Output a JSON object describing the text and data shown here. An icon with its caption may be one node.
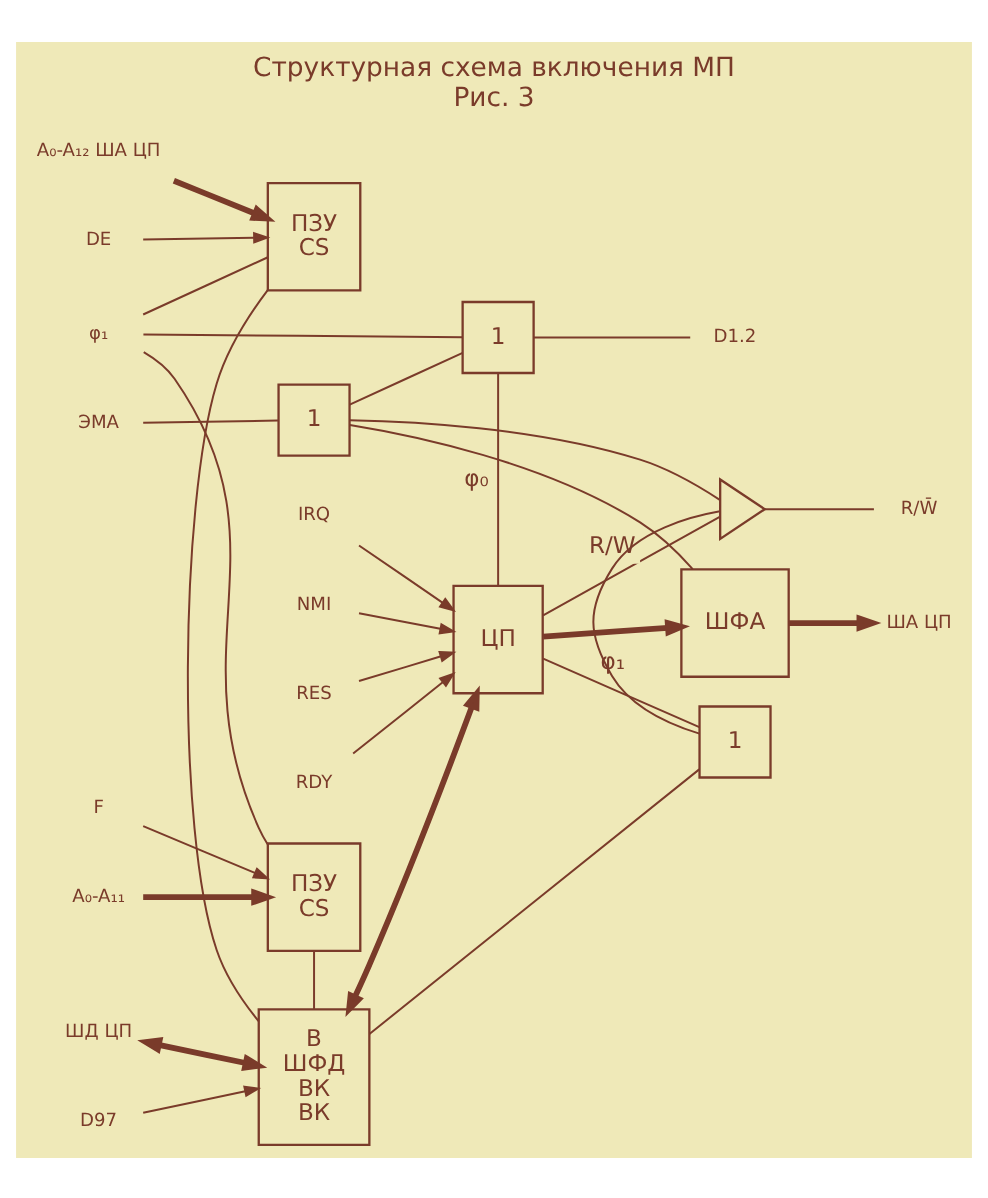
{
  "diagram": {
    "title": "Структурная схема включения МП",
    "caption": "Рис. 3",
    "nodes": [
      {
        "text": [
          "В",
          "ШФД",
          "ВК",
          "ВК"
        ]
      },
      {
        "text": [
          "ЦП"
        ]
      },
      {
        "text": [
          "ШФА"
        ]
      },
      {
        "text": [
          "1"
        ]
      },
      {
        "text": [],
        "shape": "triangle"
      },
      {
        "text": [
          "ПЗУ",
          "CS"
        ]
      },
      {
        "text": [
          "ПЗУ",
          "CS"
        ]
      },
      {
        "text": [
          "1"
        ]
      },
      {
        "text": [
          "1"
        ]
      },
      {
        "text": [
          "ШД ЦП"
        ]
      },
      {
        "text": [
          "D97"
        ]
      },
      {
        "text": [
          "IRQ"
        ]
      },
      {
        "text": [
          "NMI"
        ]
      },
      {
        "text": [
          "RES"
        ]
      },
      {
        "text": [
          "RDY"
        ]
      },
      {
        "text": [
          "ША ЦП"
        ]
      },
      {
        "text": [
          "R/W̄"
        ]
      },
      {
        "text": [
          "A₀-A₁₂ ША ЦП"
        ]
      },
      {
        "text": [
          "DE"
        ]
      },
      {
        "text": [
          "A₀-A₁₁"
        ]
      },
      {
        "text": [
          "F"
        ]
      },
      {
        "text": [
          "φ₁"
        ]
      },
      {
        "text": [
          "D1.2"
        ]
      },
      {
        "text": [
          "ЭМА"
        ]
      }
    ],
    "edges": [
      {
        "from": 9,
        "to": 0,
        "arrow": "both",
        "style": "thick"
      },
      {
        "from": 10,
        "to": 0,
        "arrow": "to"
      },
      {
        "from": 0,
        "to": 1,
        "arrow": "both",
        "style": "thick"
      },
      {
        "from": 5,
        "to": 0,
        "arrow": "none"
      },
      {
        "from": 6,
        "to": 0,
        "arrow": "none"
      },
      {
        "from": 11,
        "to": 1,
        "arrow": "to"
      },
      {
        "from": 12,
        "to": 1,
        "arrow": "to"
      },
      {
        "from": 13,
        "to": 1,
        "arrow": "to"
      },
      {
        "from": 14,
        "to": 1,
        "arrow": "to"
      },
      {
        "from": 1,
        "to": 2,
        "arrow": "to",
        "style": "thick"
      },
      {
        "from": 2,
        "to": 15,
        "arrow": "to",
        "style": "thick"
      },
      {
        "from": 1,
        "to": 3,
        "arrow": "none",
        "label": "φ₁"
      },
      {
        "from": 1,
        "to": 4,
        "arrow": "none",
        "label": "R/W"
      },
      {
        "from": 4,
        "to": 16,
        "arrow": "none"
      },
      {
        "from": 4,
        "to": 3,
        "arrow": "none"
      },
      {
        "from": 3,
        "to": 0,
        "arrow": "none"
      },
      {
        "from": 17,
        "to": 5,
        "arrow": "to",
        "style": "thick"
      },
      {
        "from": 18,
        "to": 5,
        "arrow": "to"
      },
      {
        "from": 19,
        "to": 6,
        "arrow": "to",
        "style": "thick"
      },
      {
        "from": 20,
        "to": 6,
        "arrow": "to"
      },
      {
        "from": 21,
        "to": 5,
        "arrow": "none"
      },
      {
        "from": 21,
        "to": 6,
        "arrow": "none"
      },
      {
        "from": 21,
        "to": 7,
        "arrow": "none"
      },
      {
        "from": 7,
        "to": 22,
        "arrow": "none"
      },
      {
        "from": 7,
        "to": 1,
        "arrow": "none",
        "label": "φ₀"
      },
      {
        "from": 23,
        "to": 8,
        "arrow": "none"
      },
      {
        "from": 8,
        "to": 7,
        "arrow": "none"
      },
      {
        "from": 8,
        "to": 4,
        "arrow": "none"
      },
      {
        "from": 8,
        "to": 2,
        "arrow": "none"
      }
    ]
  }
}
